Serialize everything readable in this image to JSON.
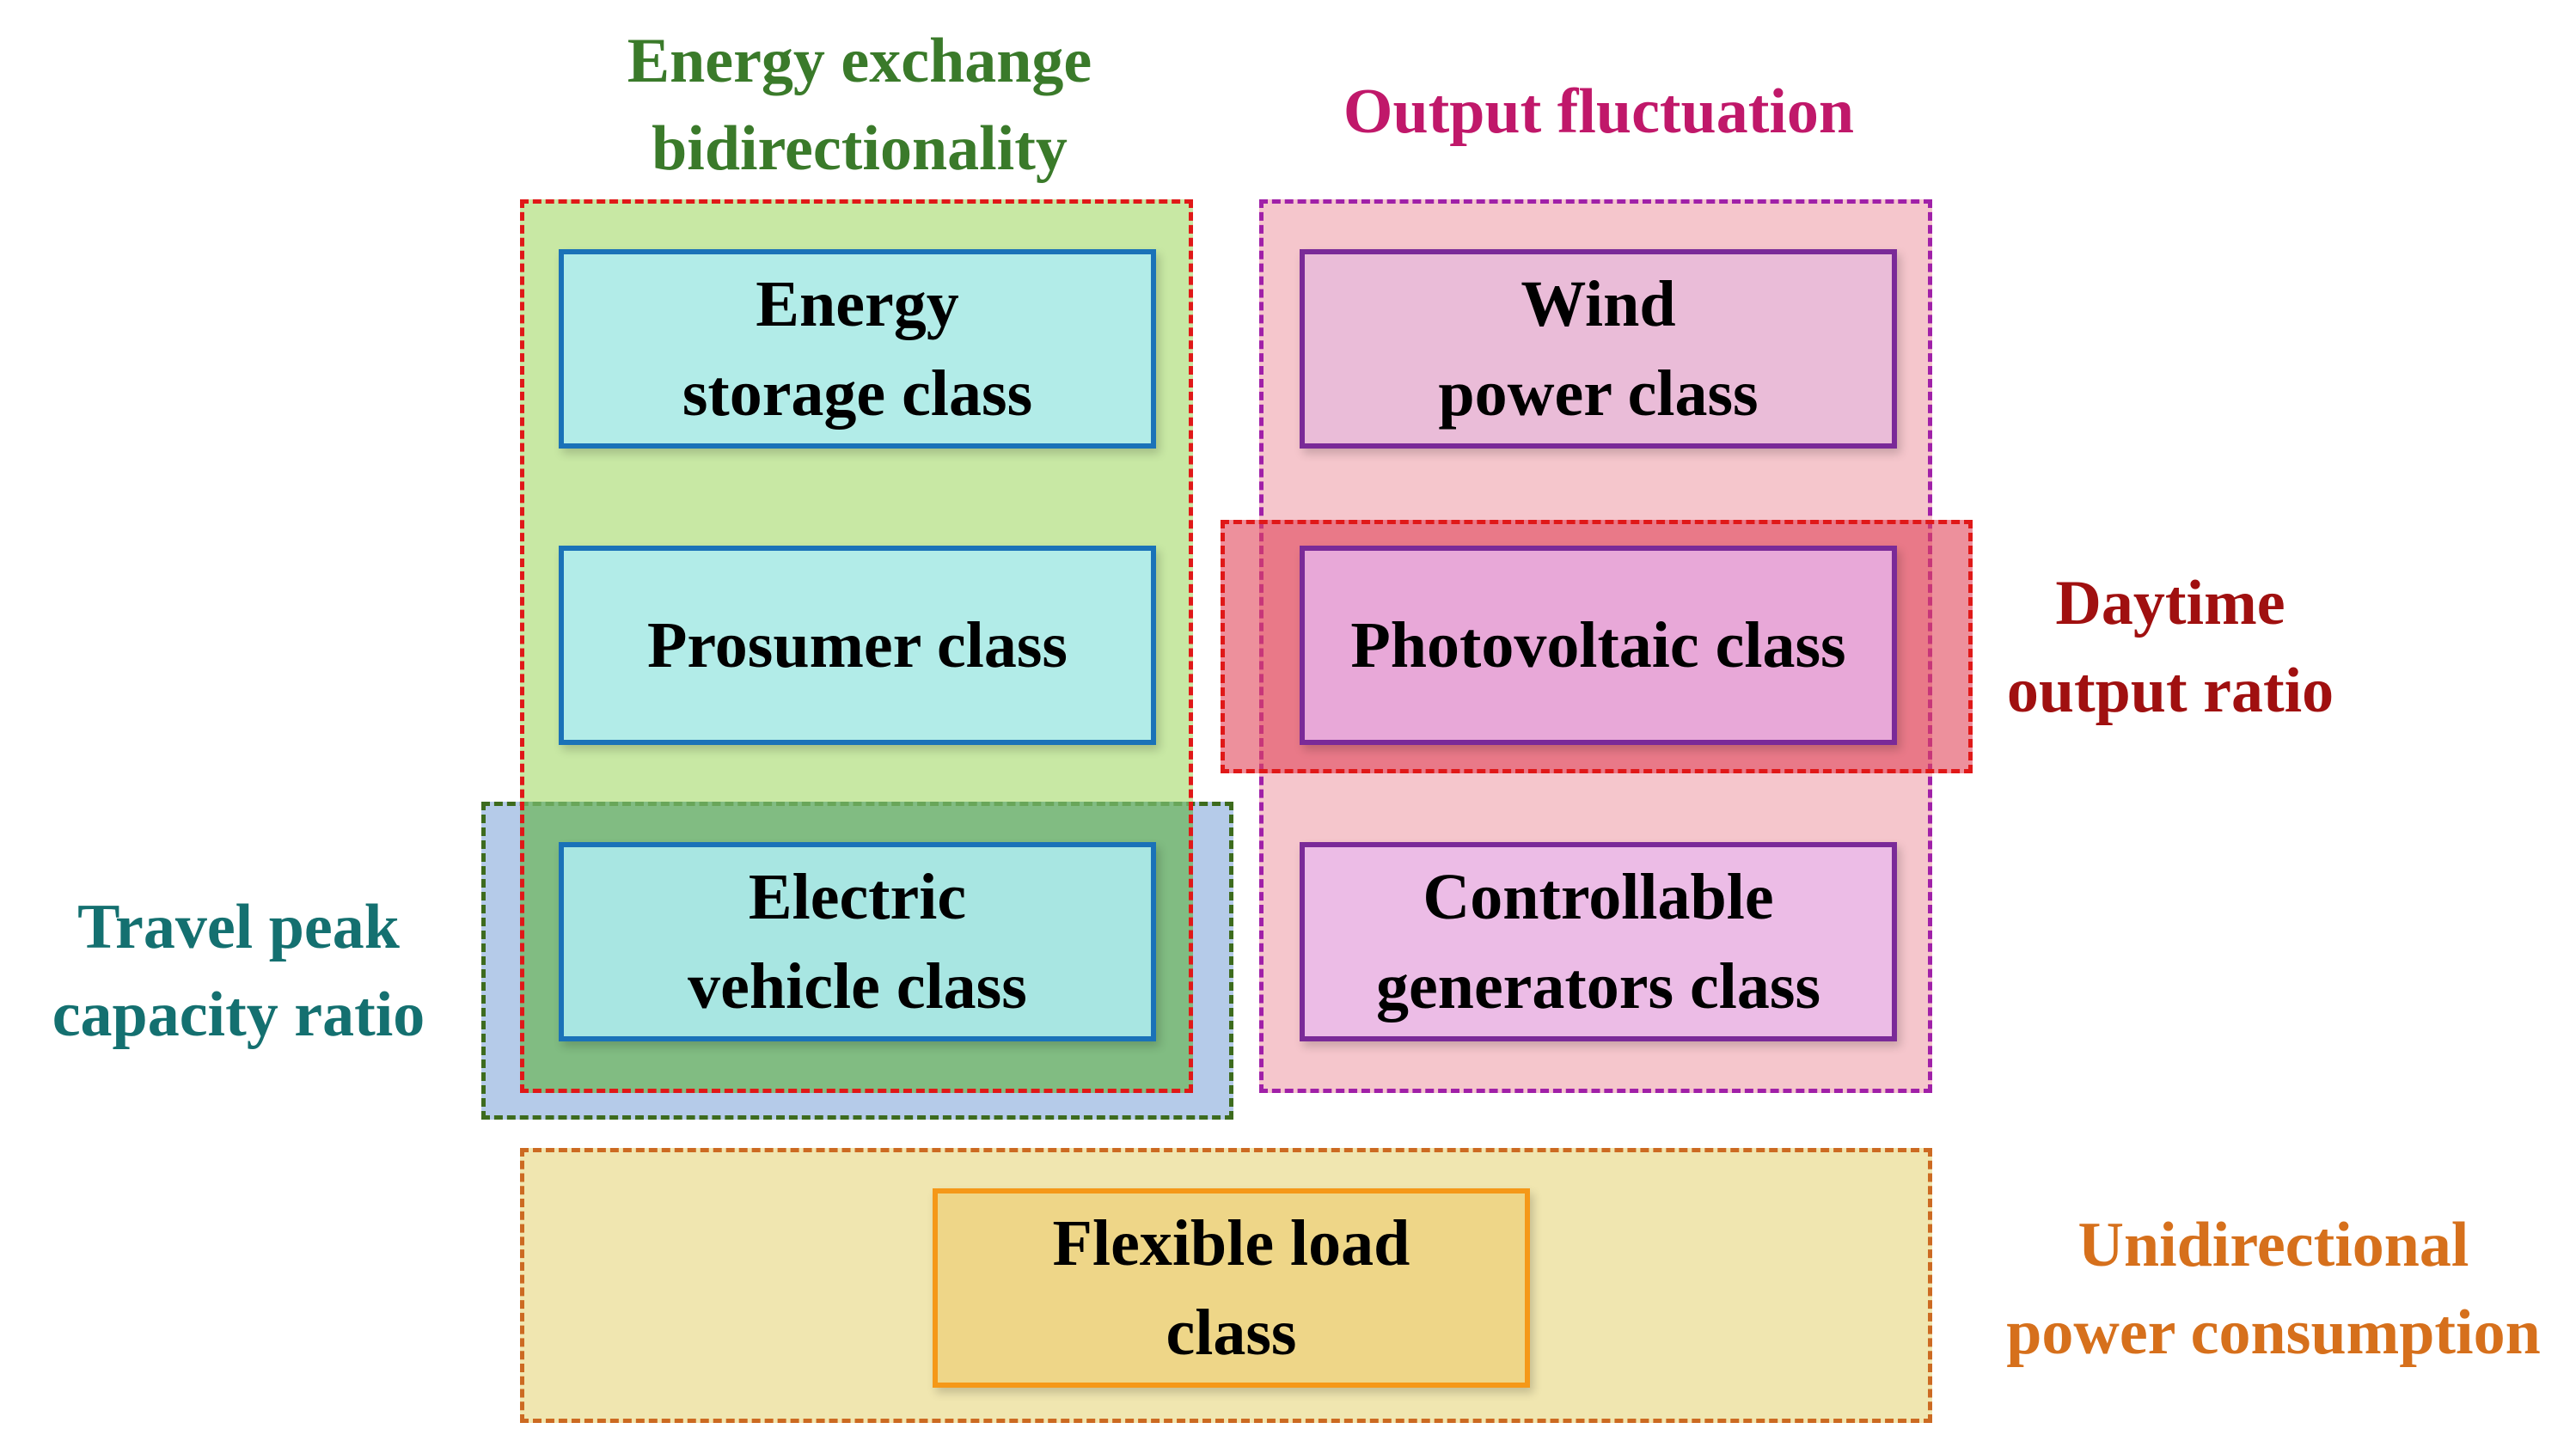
{
  "regions": {
    "energy_exchange": {
      "label": "Energy exchange\nbidirectionality",
      "color": "#3a7a2a",
      "fill": "#c8e8a4",
      "border": "#e01818"
    },
    "output_fluctuation": {
      "label": "Output fluctuation",
      "color": "#c0186a",
      "fill": "#f5c6cc",
      "border": "#a020a8"
    },
    "daytime_output": {
      "label": "Daytime\noutput ratio",
      "color": "#a01010",
      "fill": "#e45a6a",
      "border": "#e01818"
    },
    "travel_peak": {
      "label": "Travel peak\ncapacity ratio",
      "color": "#147070",
      "fill": "#8fb4d8",
      "border": "#3d6b1e"
    },
    "unidirectional": {
      "label": "Unidirectional\npower consumption",
      "color": "#d6701c",
      "fill": "#f0e6b0",
      "border": "#cc6a22"
    }
  },
  "classes": {
    "energy_storage": "Energy\nstorage class",
    "prosumer": "Prosumer class",
    "electric_vehicle": "Electric\nvehicle class",
    "wind_power": "Wind\npower class",
    "photovoltaic": "Photovoltaic class",
    "controllable_generators": "Controllable\ngenerators class",
    "flexible_load": "Flexible load\nclass"
  },
  "colors": {
    "cyan_box_fill": "#b2ece8",
    "cyan_box_border": "#1a72b8",
    "pink_box_fill": "#ecbcda",
    "purple_box_border": "#7a2a98",
    "flex_box_fill": "#eed688",
    "flex_box_border": "#f59818"
  }
}
